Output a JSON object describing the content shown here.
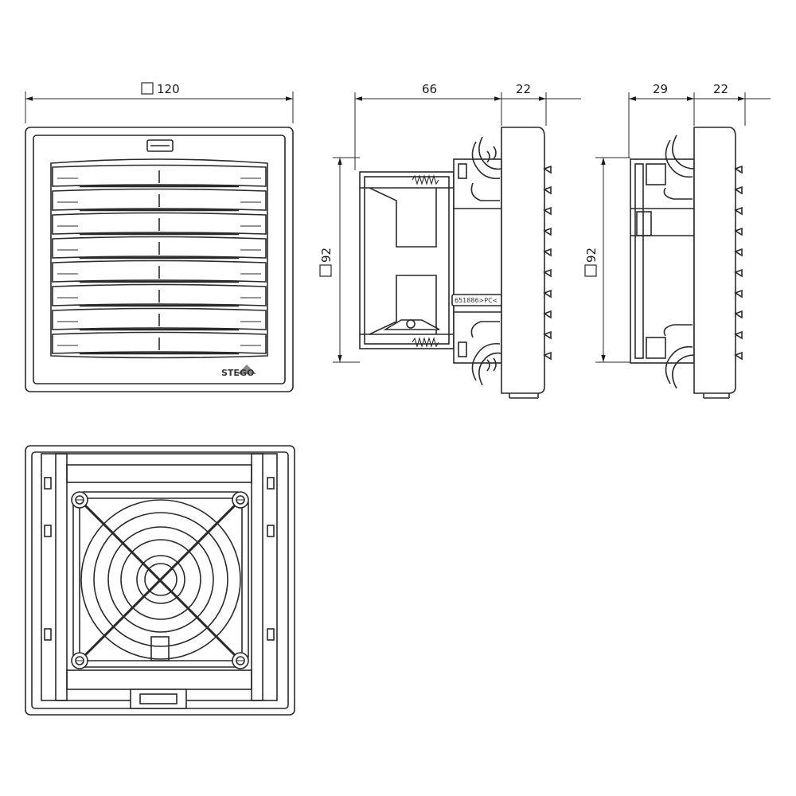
{
  "dimensions": {
    "front_width": "120",
    "side_depth_fan": "66",
    "side_depth_grille": "22",
    "side_height": "92",
    "slim_depth": "29",
    "slim_depth_grille": "22",
    "slim_height": "92"
  },
  "logo_text": "STEGO",
  "housing_marking": "651886>PC<",
  "colors": {
    "stroke": "#2a2a2a",
    "fill": "#ffffff",
    "fill_shade": "#f4f4f4"
  }
}
